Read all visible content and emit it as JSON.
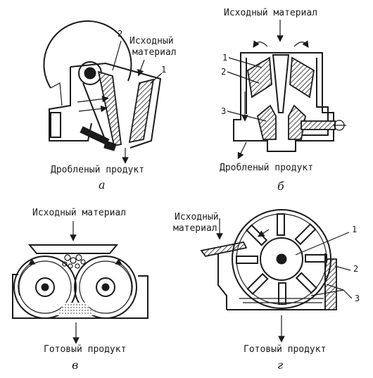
{
  "panels": {
    "a": {
      "caption": "а",
      "feed_label_line1": "Исходный",
      "feed_label_line2": "материал",
      "output_label": "Дробленый продукт",
      "callouts": [
        "2",
        "1"
      ]
    },
    "b": {
      "caption": "б",
      "feed_label": "Исходный материал",
      "output_label": "Дробленый продукт",
      "callouts": [
        "1",
        "2",
        "3"
      ]
    },
    "c": {
      "caption": "в",
      "feed_label": "Исходный материал",
      "output_label": "Готовый продукт"
    },
    "d": {
      "caption": "г",
      "feed_label_line1": "Исходный",
      "feed_label_line2": "материал",
      "output_label": "Готовый продукт",
      "callouts": [
        "1",
        "2",
        "3"
      ]
    }
  }
}
